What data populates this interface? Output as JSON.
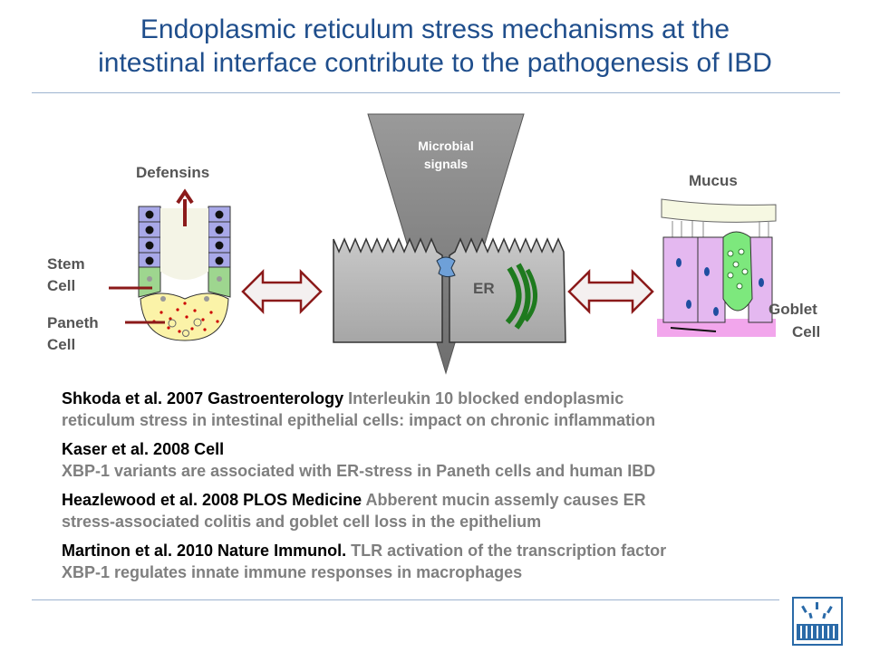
{
  "title": {
    "line1": "Endoplasmic reticulum stress mechanisms at the",
    "line2": "intestinal interface contribute to the pathogenesis of IBD"
  },
  "figure": {
    "crypt": {
      "defensins": "Defensins",
      "stem_line1": "Stem",
      "stem_line2": "Cell",
      "paneth_line1": "Paneth",
      "paneth_line2": "Cell"
    },
    "center": {
      "microbial_line1": "Microbial",
      "microbial_line2": "signals",
      "er": "ER"
    },
    "goblet": {
      "mucus": "Mucus",
      "goblet_line1": "Goblet",
      "goblet_line2": "Cell"
    }
  },
  "references": [
    {
      "cite": "Shkoda et al. 2007 Gastroenterology",
      "line1_rest": " Interleukin 10 blocked endoplasmic",
      "line2": "reticulum stress in intestinal epithelial cells: impact on chronic inflammation"
    },
    {
      "cite": "Kaser et al. 2008 Cell",
      "line1_rest": "",
      "line2": "XBP-1 variants are associated with ER-stress in Paneth cells and human IBD"
    },
    {
      "cite": "Heazlewood et al. 2008 PLOS Medicine",
      "line1_rest": " Abberent mucin assemly causes ER",
      "line2": "stress-associated colitis and goblet cell loss in the epithelium"
    },
    {
      "cite": "Martinon et al. 2010 Nature Immunol.",
      "line1_rest": " TLR activation of the transcription factor",
      "line2": "XBP-1 regulates innate immune responses in macrophages"
    }
  ],
  "colors": {
    "title": "#1f4e8c",
    "rule": "#9db4d0",
    "citation": "#000000",
    "description": "#7f7f7f",
    "arrow": "#8b1a1a"
  }
}
